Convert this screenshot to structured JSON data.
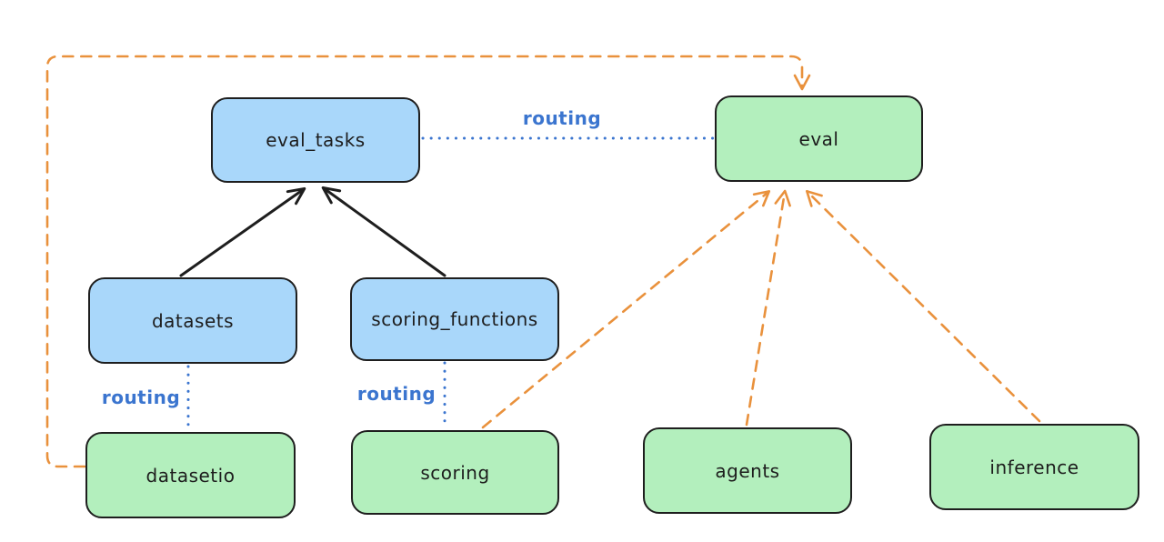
{
  "diagram": {
    "description": "Architecture diagram of eval-related APIs and providers connected by routing links",
    "background": "#ffffff",
    "colors": {
      "api_node_fill": "#a9d7fa",
      "provider_node_fill": "#b3efbd",
      "node_border": "#1e1e1e",
      "solid_arrow": "#1e1e1e",
      "routing_dotted": "#3b75cf",
      "dashed_arrow": "#e9913c"
    },
    "nodes": {
      "eval_tasks": {
        "label": "eval_tasks",
        "color": "blue"
      },
      "eval": {
        "label": "eval",
        "color": "green"
      },
      "datasets": {
        "label": "datasets",
        "color": "blue"
      },
      "scoring_functions": {
        "label": "scoring_functions",
        "color": "blue"
      },
      "datasetio": {
        "label": "datasetio",
        "color": "green"
      },
      "scoring": {
        "label": "scoring",
        "color": "green"
      },
      "agents": {
        "label": "agents",
        "color": "green"
      },
      "inference": {
        "label": "inference",
        "color": "green"
      }
    },
    "labels": {
      "routing": "routing"
    },
    "edges": [
      {
        "from": "datasets",
        "to": "eval_tasks",
        "style": "solid-arrow",
        "color": "black"
      },
      {
        "from": "scoring_functions",
        "to": "eval_tasks",
        "style": "solid-arrow",
        "color": "black"
      },
      {
        "from": "eval_tasks",
        "to": "eval",
        "style": "dotted",
        "color": "blue",
        "label": "routing"
      },
      {
        "from": "datasets",
        "to": "datasetio",
        "style": "dotted",
        "color": "blue",
        "label": "routing"
      },
      {
        "from": "scoring_functions",
        "to": "scoring",
        "style": "dotted",
        "color": "blue",
        "label": "routing"
      },
      {
        "from": "datasetio",
        "to": "eval",
        "style": "dashed-arrow",
        "color": "orange"
      },
      {
        "from": "scoring",
        "to": "eval",
        "style": "dashed-arrow",
        "color": "orange"
      },
      {
        "from": "agents",
        "to": "eval",
        "style": "dashed-arrow",
        "color": "orange"
      },
      {
        "from": "inference",
        "to": "eval",
        "style": "dashed-arrow",
        "color": "orange"
      }
    ]
  }
}
